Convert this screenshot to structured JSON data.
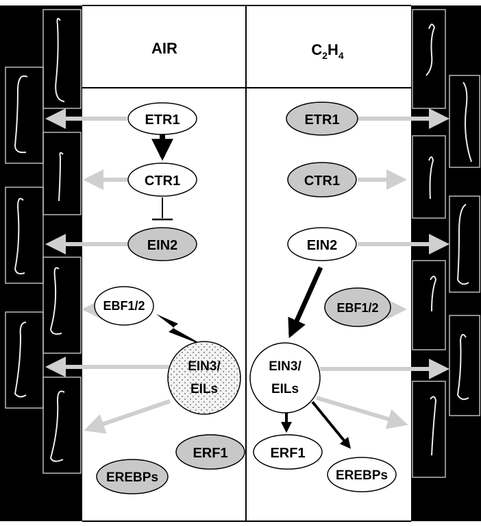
{
  "header": {
    "left": "AIR",
    "right_main": "C",
    "right_sub1": "2",
    "right_mid": "H",
    "right_sub2": "4"
  },
  "nodes": {
    "air": {
      "etr1": "ETR1",
      "ctr1": "CTR1",
      "ein2": "EIN2",
      "ebf": "EBF1/2",
      "ein3_line1": "EIN3/",
      "ein3_line2": "EILs",
      "erf1": "ERF1",
      "erebps": "EREBPs"
    },
    "ethylene": {
      "etr1": "ETR1",
      "ctr1": "CTR1",
      "ein2": "EIN2",
      "ebf": "EBF1/2",
      "ein3_line1": "EIN3/",
      "ein3_line2": "EILs",
      "erf1": "ERF1",
      "erebps": "EREBPs"
    }
  },
  "colors": {
    "active_fill": "#ffffff",
    "inactive_fill": "#c8c8c8",
    "panel_black": "#000000",
    "grey_arrow": "#cfcfcf"
  }
}
